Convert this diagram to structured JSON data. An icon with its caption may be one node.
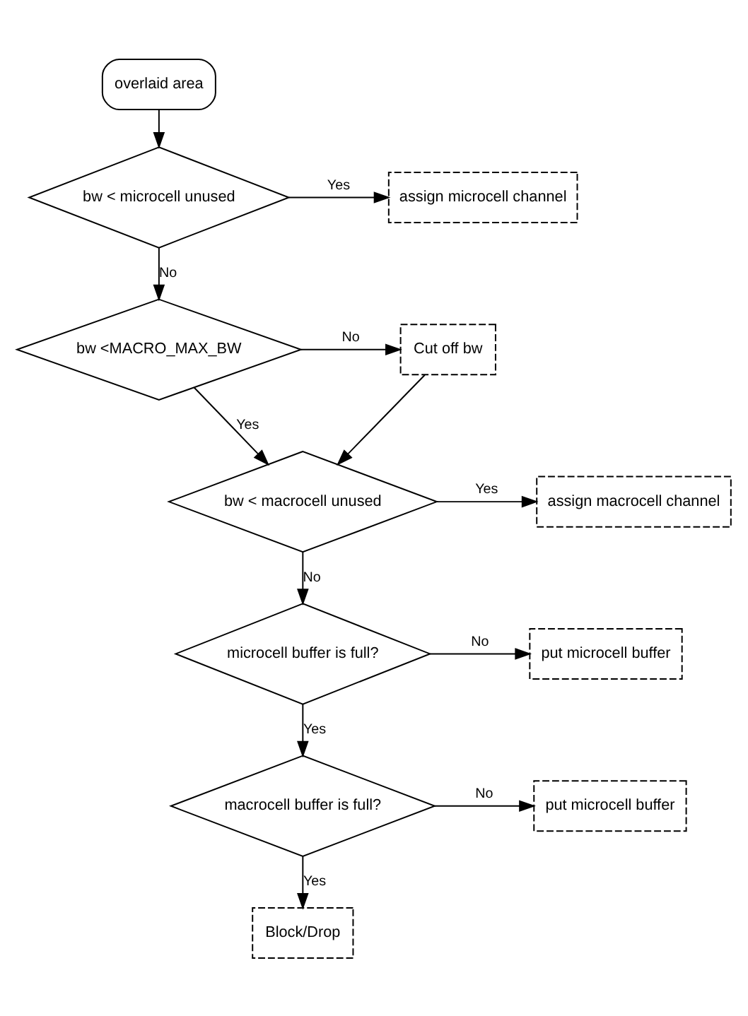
{
  "diagram": {
    "nodes": [
      {
        "text": [
          "overlaid area"
        ]
      },
      {
        "text": [
          "bw < microcell unused"
        ]
      },
      {
        "text": [
          "assign microcell channel"
        ]
      },
      {
        "text": [
          "bw <MACRO_MAX_BW"
        ]
      },
      {
        "text": [
          "Cut off bw"
        ]
      },
      {
        "text": [
          "bw < macrocell unused"
        ]
      },
      {
        "text": [
          "assign macrocell channel"
        ]
      },
      {
        "text": [
          "microcell buffer is full?"
        ]
      },
      {
        "text": [
          "put microcell buffer"
        ]
      },
      {
        "text": [
          "macrocell buffer is full?"
        ]
      },
      {
        "text": [
          "put microcell buffer"
        ]
      },
      {
        "text": [
          "Block/Drop"
        ]
      }
    ],
    "edges": [
      {
        "from": 0,
        "to": 1,
        "arrow": "to"
      },
      {
        "from": 1,
        "to": 2,
        "arrow": "to",
        "label": "Yes"
      },
      {
        "from": 1,
        "to": 3,
        "arrow": "to",
        "label": "No"
      },
      {
        "from": 3,
        "to": 5,
        "arrow": "to",
        "label": "Yes"
      },
      {
        "from": 3,
        "to": 4,
        "arrow": "to",
        "label": "No"
      },
      {
        "from": 4,
        "to": 5,
        "arrow": "to"
      },
      {
        "from": 5,
        "to": 6,
        "arrow": "to",
        "label": "Yes"
      },
      {
        "from": 5,
        "to": 7,
        "arrow": "to",
        "label": "No"
      },
      {
        "from": 7,
        "to": 8,
        "arrow": "to",
        "label": "No"
      },
      {
        "from": 7,
        "to": 9,
        "arrow": "to",
        "label": "Yes"
      },
      {
        "from": 9,
        "to": 10,
        "arrow": "to",
        "label": "No"
      },
      {
        "from": 9,
        "to": 11,
        "arrow": "to",
        "label": "Yes"
      }
    ]
  }
}
